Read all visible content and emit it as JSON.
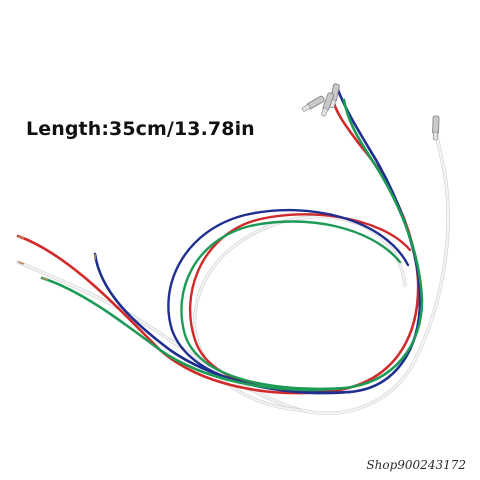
{
  "caption": {
    "text": "Length:35cm/13.78in"
  },
  "watermark": {
    "text": "Shop900243172"
  },
  "wires": [
    {
      "color_name": "red",
      "hex": "#d12a2a"
    },
    {
      "color_name": "blue",
      "hex": "#1f2f8f"
    },
    {
      "color_name": "green",
      "hex": "#1e9a57"
    },
    {
      "color_name": "white",
      "hex": "#f2f2f2"
    }
  ],
  "connector": {
    "metal_hex": "#c9c9c9"
  }
}
